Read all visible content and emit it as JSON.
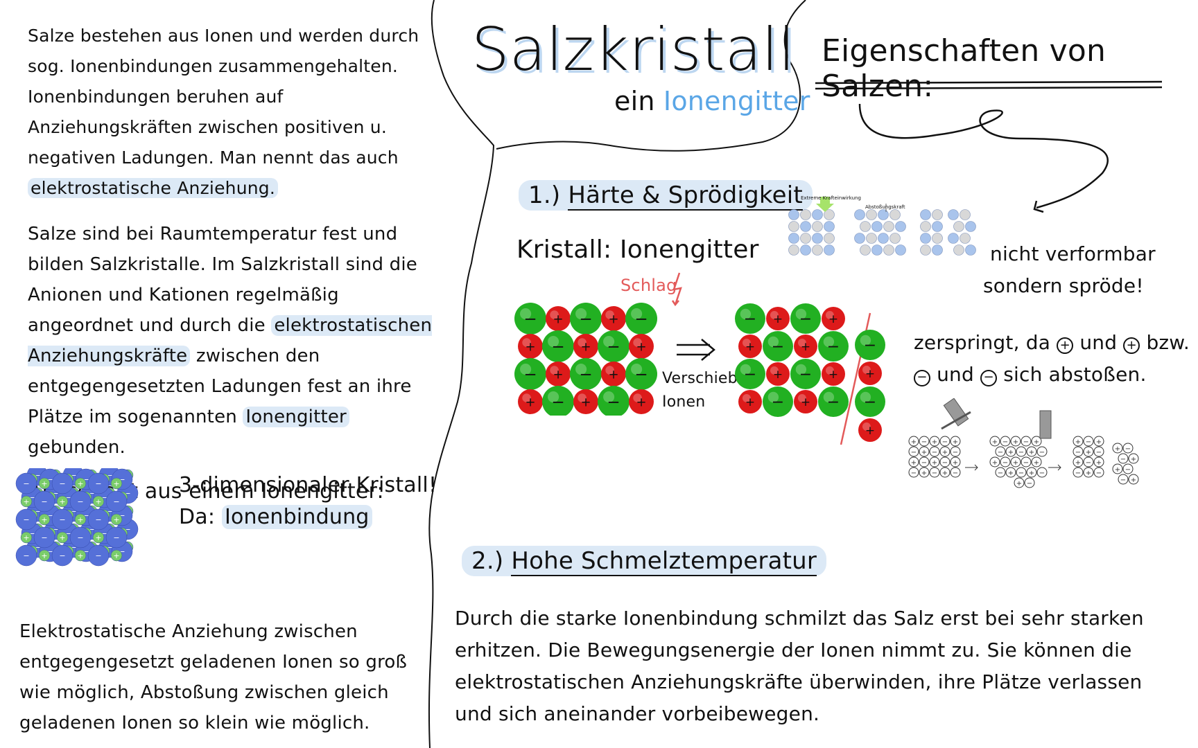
{
  "left": {
    "para1_a": "Salze bestehen aus Ionen und werden durch sog. Ionenbindungen zusammengehalten. Ionenbindungen beruhen auf Anziehungskräften zwischen positiven u. negativen Ladungen. Man nennt das auch",
    "para1_hl": "elektrostatische Anziehung.",
    "para2_a": "Salze sind bei Raumtemperatur fest und bilden Salzkristalle. Im Salzkristall sind die Anionen und Kationen regelmäßig angeordnet und durch die",
    "para2_hl1": "elektrostatischen Anziehungskräfte",
    "para2_b": "zwischen den entgegengesetzten Ladungen fest an ihre Plätze im sogenannten",
    "para2_hl2": "Ionengitter",
    "para2_c": "gebunden.",
    "ausschnitt": "Ausschnitt aus einem Ionengitter:",
    "kristall_line": "3-dimensionaler Kristall!",
    "da_prefix": "Da:",
    "da_hl": "Ionenbindung",
    "para3": "Elektrostatische Anziehung zwischen entgegengesetzt geladenen Ionen so groß wie möglich, Abstoßung zwischen gleich geladenen Ionen so klein wie möglich."
  },
  "center": {
    "title": "Salzkristall",
    "sub_prefix": "ein",
    "sub_blue": "Ionengitter",
    "h1_num": "1.)",
    "h1_text": "Härte & Sprödigkeit",
    "kristall_label": "Kristall: Ionengitter",
    "schlag": "Schlag",
    "verschiebt1": "Verschiebt",
    "verschiebt2": "Ionen",
    "h2_num": "2.)",
    "h2_text": "Hohe Schmelztemperatur",
    "para4": "Durch die starke Ionenbindung schmilzt das Salz erst bei sehr starken erhitzen. Die Bewegungsenergie der Ionen nimmt zu. Sie können die elektrostatischen Anziehungskräfte überwinden, ihre Plätze verlassen und sich aneinander vorbeibewegen."
  },
  "right": {
    "title": "Eigenschaften von Salzen:",
    "small_label1": "Extreme Krafteinwirkung",
    "small_label2": "Abstoßungskraft",
    "nicht1": "nicht verformbar",
    "nicht2": "sondern spröde!",
    "zer1": "zerspringt, da",
    "zer_und": "und",
    "zer_bzw": "bzw.",
    "zer2_und": "und",
    "zer2_rest": "sich abstoßen."
  },
  "colors": {
    "highlight": "#dce9f6",
    "green_ion": "#22b022",
    "red_ion": "#dd1a1a",
    "blue_ion": "#5570d8",
    "title_blue": "#5aa6e6",
    "schlag_red": "#e35a5a"
  }
}
